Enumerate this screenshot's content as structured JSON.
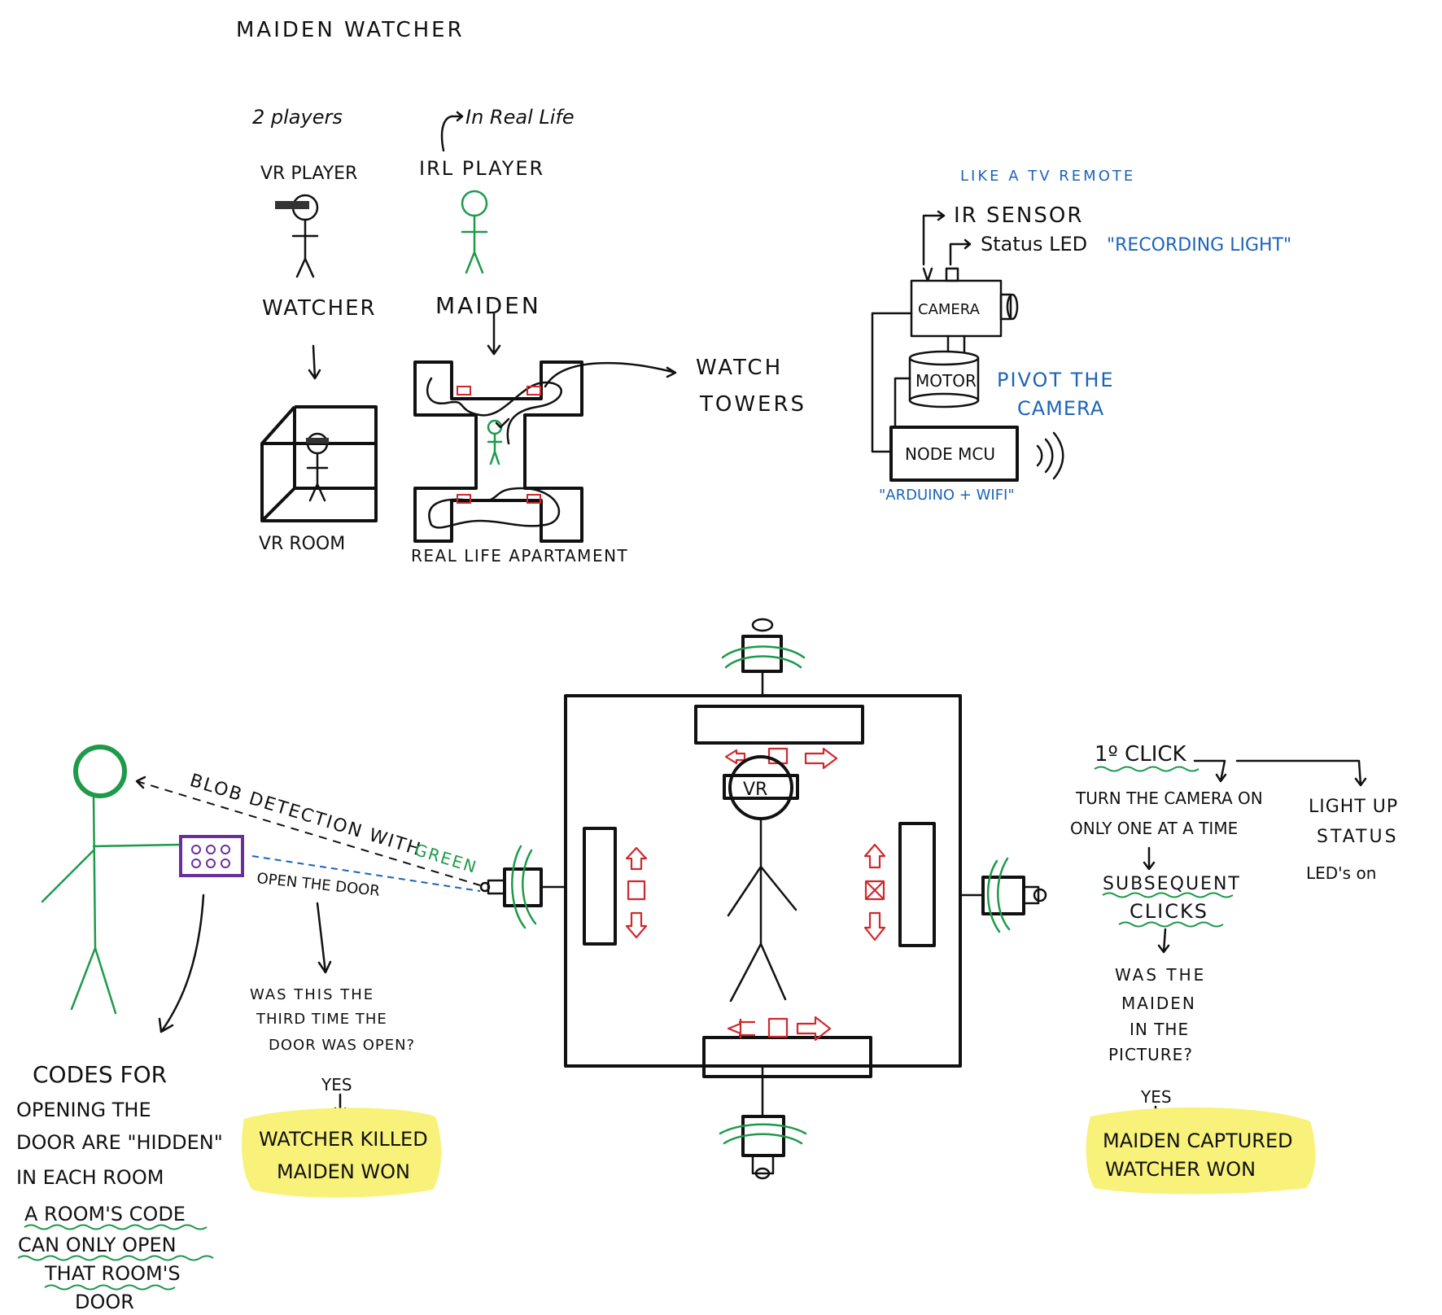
{
  "title": "MAIDEN WATCHER",
  "players": {
    "count_label": "2 players",
    "irl_note": "In Real Life",
    "vr_player": "VR PLAYER",
    "irl_player": "IRL PLAYER",
    "watcher": "WATCHER",
    "maiden": "MAIDEN",
    "vr_room": "VR ROOM",
    "real_life_apartment": "REAL LIFE APARTAMENT",
    "watch_towers_1": "WATCH",
    "watch_towers_2": "TOWERS"
  },
  "hardware": {
    "like_tv_remote": "LIKE A TV REMOTE",
    "ir_sensor": "IR SENSOR",
    "status_led": "Status LED",
    "recording_light": "\"RECORDING LIGHT\"",
    "camera": "CAMERA",
    "motor": "MOTOR",
    "pivot_1": "PIVOT THE",
    "pivot_2": "CAMERA",
    "node_mcu": "NODE MCU",
    "arduino_wifi": "\"ARDUINO + WIFI\""
  },
  "room": {
    "vr_label": "VR"
  },
  "left_flow": {
    "blob_detection": "BLOB DETECTION WITH",
    "green": "GREEN",
    "open_door": "OPEN THE DOOR",
    "third_time": [
      "WAS THIS THE",
      "THIRD TIME THE",
      "DOOR WAS OPEN?"
    ],
    "yes": "YES",
    "outcome": [
      "WATCHER KILLED",
      "MAIDEN WON"
    ],
    "codes_note": [
      "CODES FOR",
      "OPENING THE",
      "DOOR ARE \"HIDDEN\"",
      "IN EACH ROOM"
    ],
    "room_code_note": [
      "A ROOM'S CODE",
      "CAN ONLY OPEN",
      "THAT ROOM'S",
      "DOOR"
    ]
  },
  "right_flow": {
    "first_click": "1º CLICK",
    "turn_camera": [
      "TURN THE CAMERA ON",
      "ONLY ONE AT A TIME"
    ],
    "light_up": [
      "LIGHT UP",
      "STATUS",
      "LED's on"
    ],
    "subsequent": [
      "SUBSEQUENT",
      "CLICKS"
    ],
    "was_maiden": [
      "WAS THE",
      "MAIDEN",
      "IN THE",
      "PICTURE?"
    ],
    "yes": "YES",
    "outcome": [
      "MAIDEN CAPTURED",
      "WATCHER WON"
    ]
  },
  "colors": {
    "ink": "#111111",
    "blue_note": "#1c64b8",
    "green": "#1e9a4a",
    "red": "#d0282c",
    "highlight": "#f8f27a",
    "keypad": "#6a2f9a"
  }
}
